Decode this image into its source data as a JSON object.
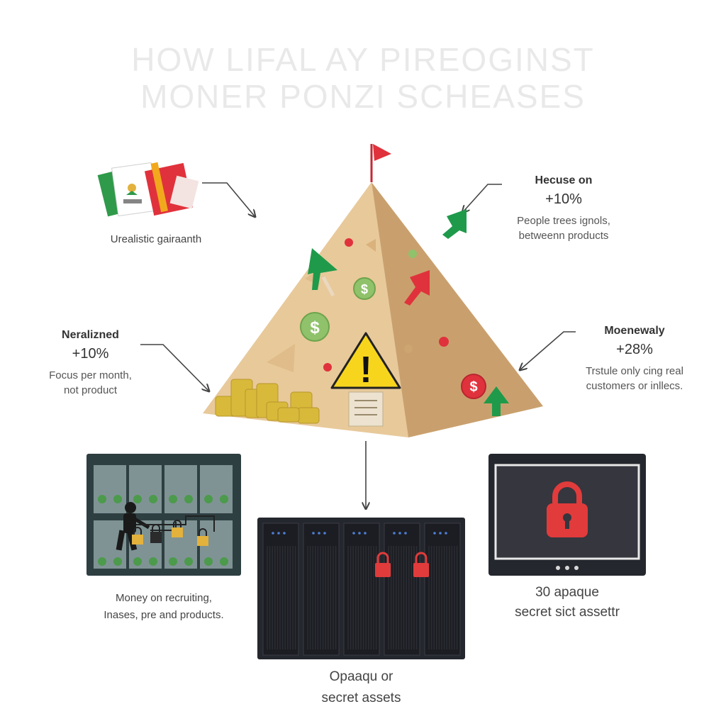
{
  "title": {
    "line1": "HOW LIFAL AY PIREOGINST",
    "line2": "MONER PONZI SCHEASES"
  },
  "callouts": {
    "top_left": {
      "desc": "Urealistic gairaanth"
    },
    "top_right": {
      "title": "Hecuse on",
      "value": "+10%",
      "desc1": "People trees ignols,",
      "desc2": "betweenn products"
    },
    "mid_left": {
      "title": "Neralizned",
      "value": "+10%",
      "desc1": "Focus per month,",
      "desc2": "not product"
    },
    "mid_right": {
      "title": "Moenewaly",
      "value": "+28%",
      "desc1": "Trstule only cing real",
      "desc2": "customers or inllecs."
    }
  },
  "panels": {
    "left": {
      "line1": "Money on recruiting,",
      "line2": "Inases, pre and products."
    },
    "center": {
      "line1": "Opaaqu or",
      "line2": "secret assets"
    },
    "right": {
      "line1": "30 apaque",
      "line2": "secret sict assettr"
    }
  },
  "pyramid": {
    "coin_symbol": "$",
    "warning_symbol": "!"
  },
  "colors": {
    "pyramid_left": "#e8c99a",
    "pyramid_right": "#c9a06d",
    "flag": "#e0323c",
    "arrow_green": "#1f9a4a",
    "arrow_red": "#e0323c",
    "coin_green": "#8fc26a",
    "coin_red": "#e0323c",
    "gold": "#d8b93a",
    "warning": "#f7d51d",
    "panel_dark": "#2e3f42",
    "server_dark": "#25272e",
    "lock_red": "#e13b3b"
  },
  "icons": [
    "documents-icon",
    "flag-icon",
    "warning-icon",
    "coin-icon",
    "padlock-icon",
    "person-icon",
    "arrow-up-icon"
  ]
}
